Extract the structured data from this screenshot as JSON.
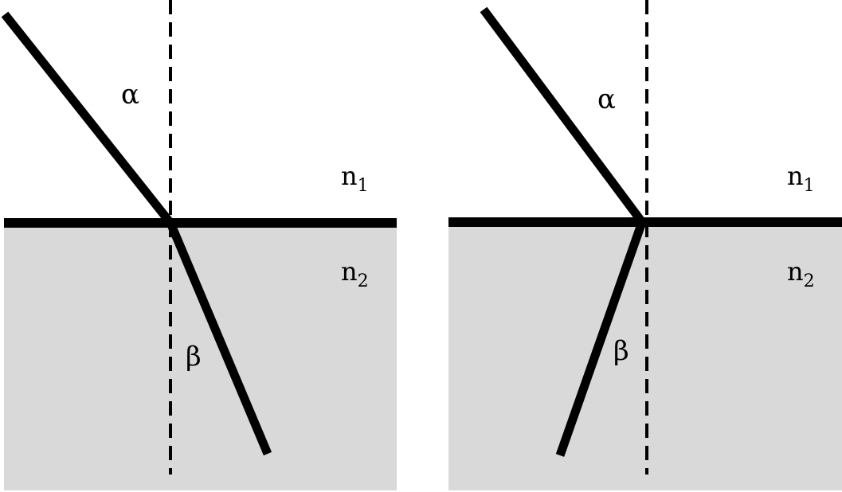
{
  "colors": {
    "medium_fill": "#d9d9d9",
    "line": "#000000",
    "background": "#ffffff"
  },
  "panels": [
    {
      "incident_angle_label": "α",
      "refracted_angle_label": "β",
      "upper_medium_label": "n",
      "upper_medium_index": "1",
      "lower_medium_label": "n",
      "lower_medium_index": "2"
    },
    {
      "incident_angle_label": "α",
      "refracted_angle_label": "β",
      "upper_medium_label": "n",
      "upper_medium_index": "1",
      "lower_medium_label": "n",
      "lower_medium_index": "2"
    }
  ]
}
